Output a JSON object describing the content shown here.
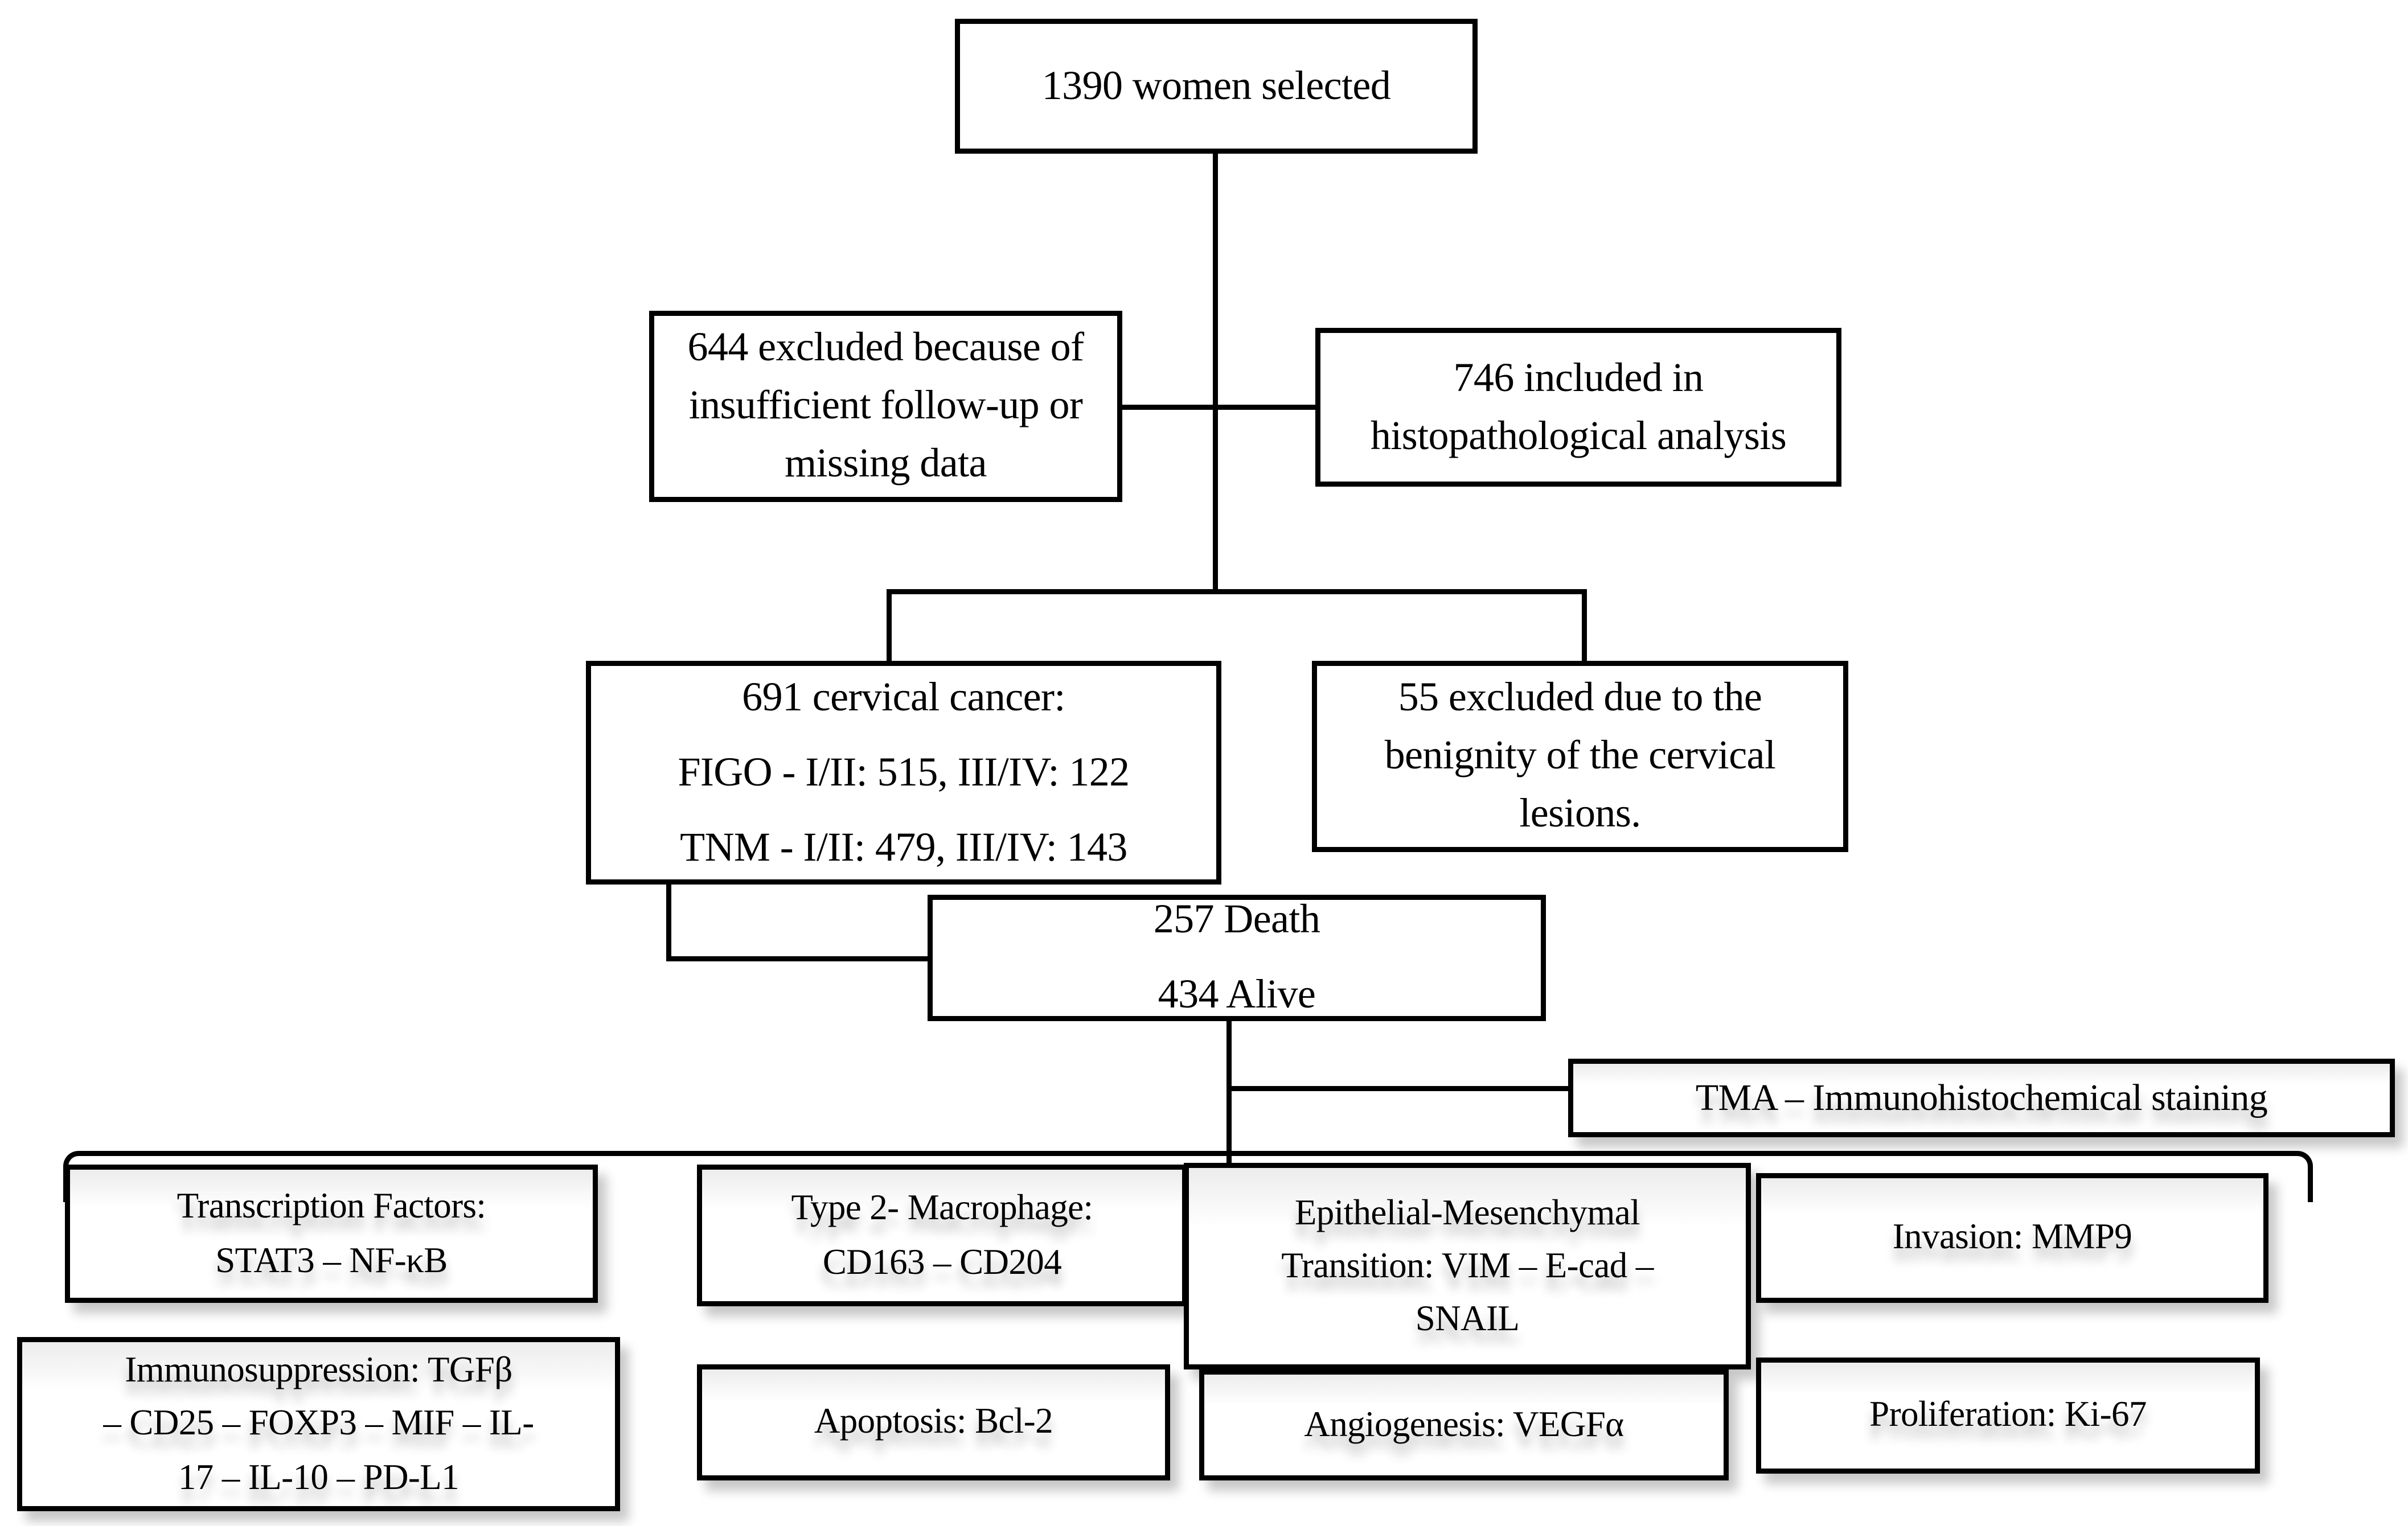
{
  "colors": {
    "line": "#000000",
    "text": "#000000",
    "background": "#ffffff"
  },
  "nodes": {
    "selected": {
      "lines": [
        "1390 women selected"
      ]
    },
    "excluded_followup": {
      "lines": [
        "644 excluded because of",
        "insufficient follow-up or",
        "missing data"
      ]
    },
    "included_histopath": {
      "lines": [
        "746 included in",
        "histopathological analysis"
      ]
    },
    "cervical_cancer": {
      "lines": [
        "691 cervical cancer:",
        "FIGO - I/II: 515, III/IV: 122",
        "TNM - I/II: 479, III/IV: 143"
      ]
    },
    "excluded_benign": {
      "lines": [
        "55 excluded due to the",
        "benignity of the cervical",
        "lesions."
      ]
    },
    "outcome": {
      "lines": [
        "257 Death",
        "434 Alive"
      ]
    },
    "tma": {
      "lines": [
        "TMA – Immunohistochemical staining"
      ]
    },
    "transcription_factors": {
      "lines": [
        "Transcription Factors:",
        "STAT3 – NF-κB"
      ]
    },
    "macrophage": {
      "lines": [
        "Type 2- Macrophage:",
        "CD163 – CD204"
      ]
    },
    "emt": {
      "lines": [
        "Epithelial-Mesenchymal",
        "Transition: VIM – E-cad –",
        "SNAIL"
      ]
    },
    "invasion": {
      "lines": [
        "Invasion: MMP9"
      ]
    },
    "immunosuppression": {
      "lines": [
        "Immunosuppression: TGFβ",
        "– CD25 – FOXP3 – MIF – IL-",
        "17 – IL-10 – PD-L1"
      ]
    },
    "apoptosis": {
      "lines": [
        "Apoptosis: Bcl-2"
      ]
    },
    "angiogenesis": {
      "lines": [
        "Angiogenesis: VEGFα"
      ]
    },
    "proliferation": {
      "lines": [
        "Proliferation: Ki-67"
      ]
    }
  }
}
